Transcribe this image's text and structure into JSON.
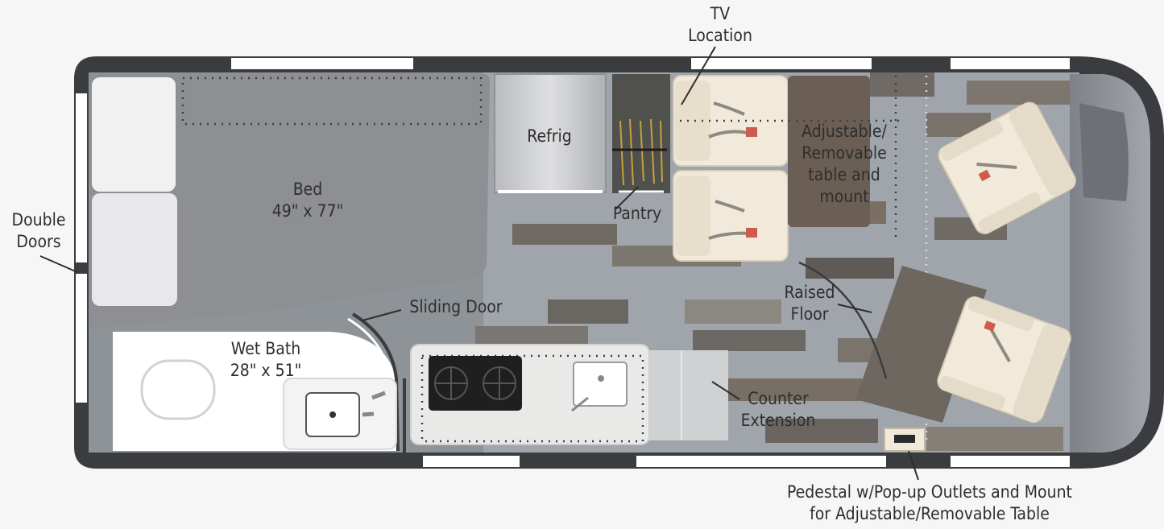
{
  "labels": {
    "tv": [
      "TV",
      "Location"
    ],
    "refrig": "Refrig",
    "bed": [
      "Bed",
      "49\" x 77\""
    ],
    "pantry": "Pantry",
    "table": [
      "Adjustable/",
      "Removable",
      "table and",
      "mount"
    ],
    "double_doors": [
      "Double",
      "Doors"
    ],
    "sliding_door": "Sliding Door",
    "raised_floor": [
      "Raised",
      "Floor"
    ],
    "wet_bath": [
      "Wet Bath",
      "28\" x 51\""
    ],
    "counter": [
      "Counter",
      "Extension"
    ],
    "pedestal": [
      "Pedestal w/Pop-up Outlets and Mount",
      "for Adjustable/Removable Table"
    ]
  },
  "colors": {
    "shell": "#3b3c40",
    "window": "#ffffff",
    "bed": "#8d8f93",
    "floor_dark": "#6e6a66",
    "floor_light": "#9ea3a9",
    "seat": "#f1eadb",
    "table": "#6b5f55",
    "counter": "#e9e9e8",
    "cab": "#8a8e94",
    "label_text": "#2e2e2e"
  }
}
